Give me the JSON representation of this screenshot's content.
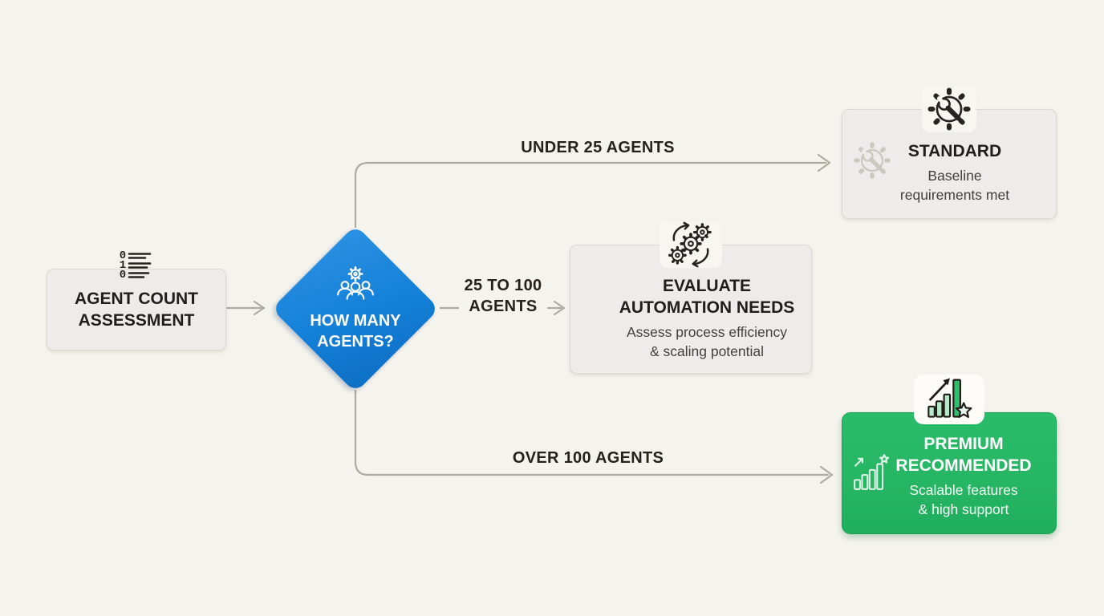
{
  "colors": {
    "background": "#f5f3ed",
    "node_fill": "#edecea",
    "node_border": "#dcd9d2",
    "decision_blue": "#1480d8",
    "premium_green": "#26b563",
    "connector": "#b0aba0",
    "text_dark": "#262219",
    "title": "#211d19",
    "subtitle": "#45403a"
  },
  "nodes": {
    "start": {
      "label": "AGENT COUNT\nASSESSMENT",
      "icon": "numbered-list-icon"
    },
    "decision": {
      "label": "HOW MANY\nAGENTS?",
      "icon": "team-gear-icon"
    },
    "standard": {
      "title": "STANDARD",
      "subtitle": "Baseline\nrequirements met",
      "icon": "gear-wrench-icon",
      "watermark_icon": "gear-wrench-icon"
    },
    "evaluate": {
      "title": "EVALUATE\nAUTOMATION NEEDS",
      "subtitle": "Assess process efficiency\n& scaling potential",
      "icon": "automation-gears-icon"
    },
    "premium": {
      "title": "PREMIUM\nRECOMMENDED",
      "subtitle": "Scalable features\n& high support",
      "icon": "growth-chart-star-icon",
      "watermark_icon": "growth-chart-star-icon"
    }
  },
  "edges": {
    "start_to_decision": {
      "label": "",
      "from": "start",
      "to": "decision"
    },
    "under_25": {
      "label": "UNDER 25 AGENTS",
      "from": "decision",
      "to": "standard"
    },
    "mid_25_100": {
      "label": "25 TO 100\nAGENTS",
      "from": "decision",
      "to": "evaluate"
    },
    "over_100": {
      "label": "OVER 100 AGENTS",
      "from": "decision",
      "to": "premium"
    }
  }
}
